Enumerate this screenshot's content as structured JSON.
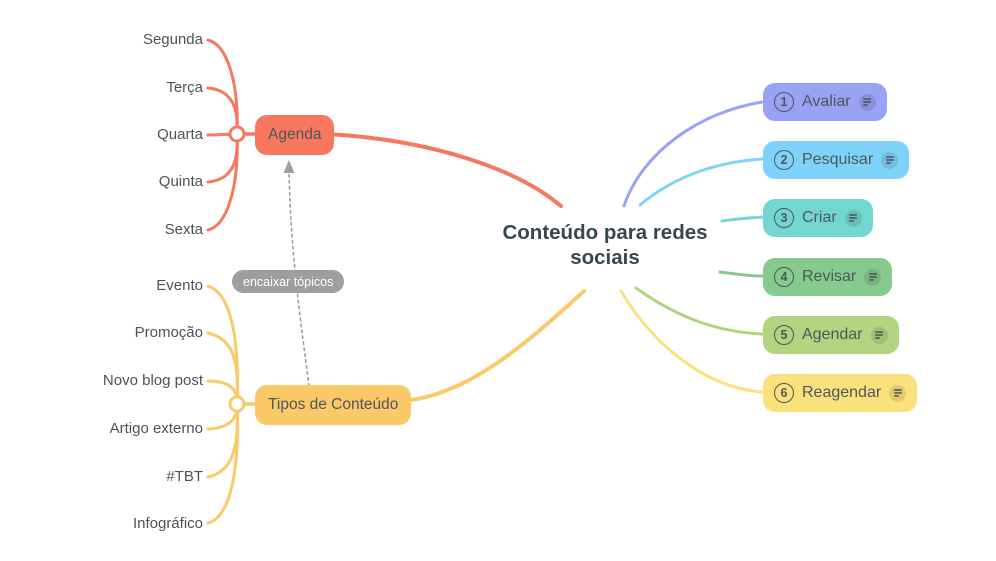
{
  "title": {
    "line1": "Conteúdo para redes",
    "line2": "sociais"
  },
  "branches": {
    "agenda": {
      "label": "Agenda",
      "color": "#F8775F",
      "children": [
        "Segunda",
        "Terça",
        "Quarta",
        "Quinta",
        "Sexta"
      ]
    },
    "tipos": {
      "label": "Tipos de Conteúdo",
      "color": "#FBC968",
      "children": [
        "Evento",
        "Promoção",
        "Novo blog post",
        "Artigo externo",
        "#TBT",
        "Infográfico"
      ]
    }
  },
  "floating_note": {
    "label": "encaixar tópicos",
    "bg": "#9E9E9E",
    "text_color": "#FFFFFF"
  },
  "steps": [
    {
      "number": "1",
      "label": "Avaliar",
      "color": "#98A3F3"
    },
    {
      "number": "2",
      "label": "Pesquisar",
      "color": "#7ED3F8"
    },
    {
      "number": "3",
      "label": "Criar",
      "color": "#72D7D0"
    },
    {
      "number": "4",
      "label": "Revisar",
      "color": "#86CA8E"
    },
    {
      "number": "5",
      "label": "Agendar",
      "color": "#B0D480"
    },
    {
      "number": "6",
      "label": "Reagendar",
      "color": "#FBE17B"
    }
  ],
  "text_colors": {
    "title": "#37474F",
    "node": "#4E575C",
    "child": "#4A5358"
  },
  "icons": {
    "notes": "≡"
  }
}
